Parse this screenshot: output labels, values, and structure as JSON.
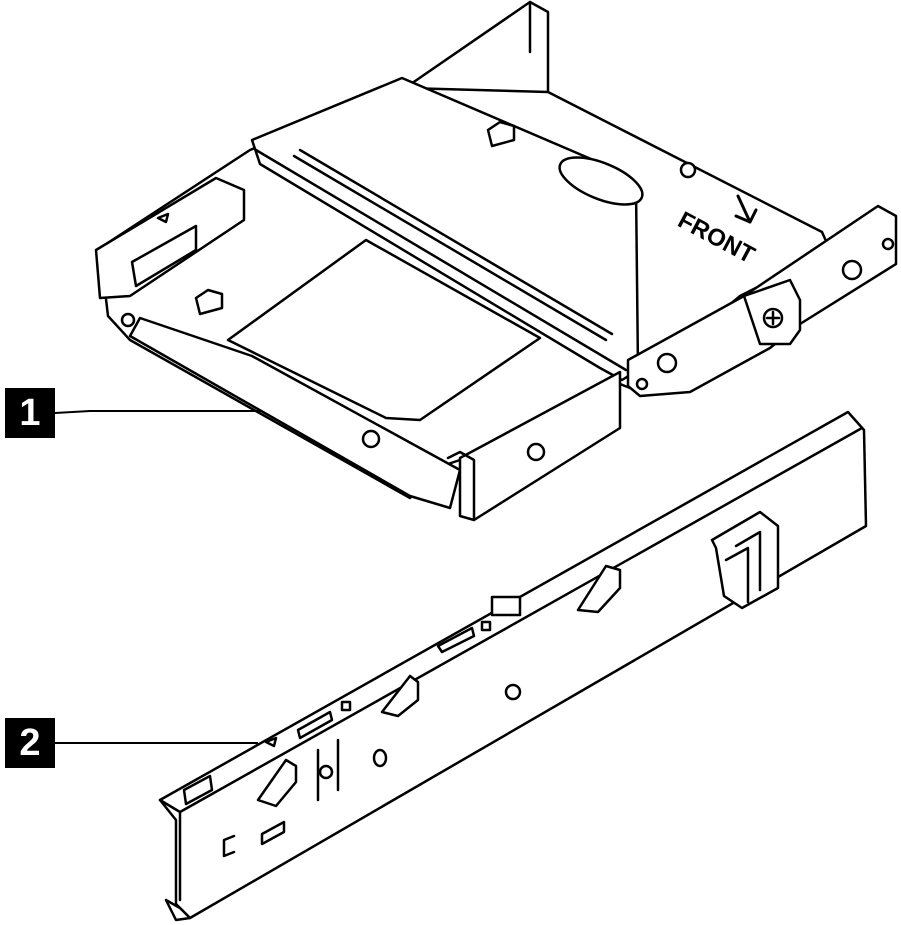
{
  "callouts": [
    {
      "label": "1"
    },
    {
      "label": "2"
    }
  ],
  "bracket_marking": "FRONT",
  "colors": {
    "line": "#000000",
    "fill": "#ffffff",
    "callout_bg": "#000000",
    "callout_text": "#ffffff"
  },
  "icons": [
    "lock-icon",
    "arrow-down-icon",
    "triangle-marker-icon",
    "screw-icon"
  ]
}
